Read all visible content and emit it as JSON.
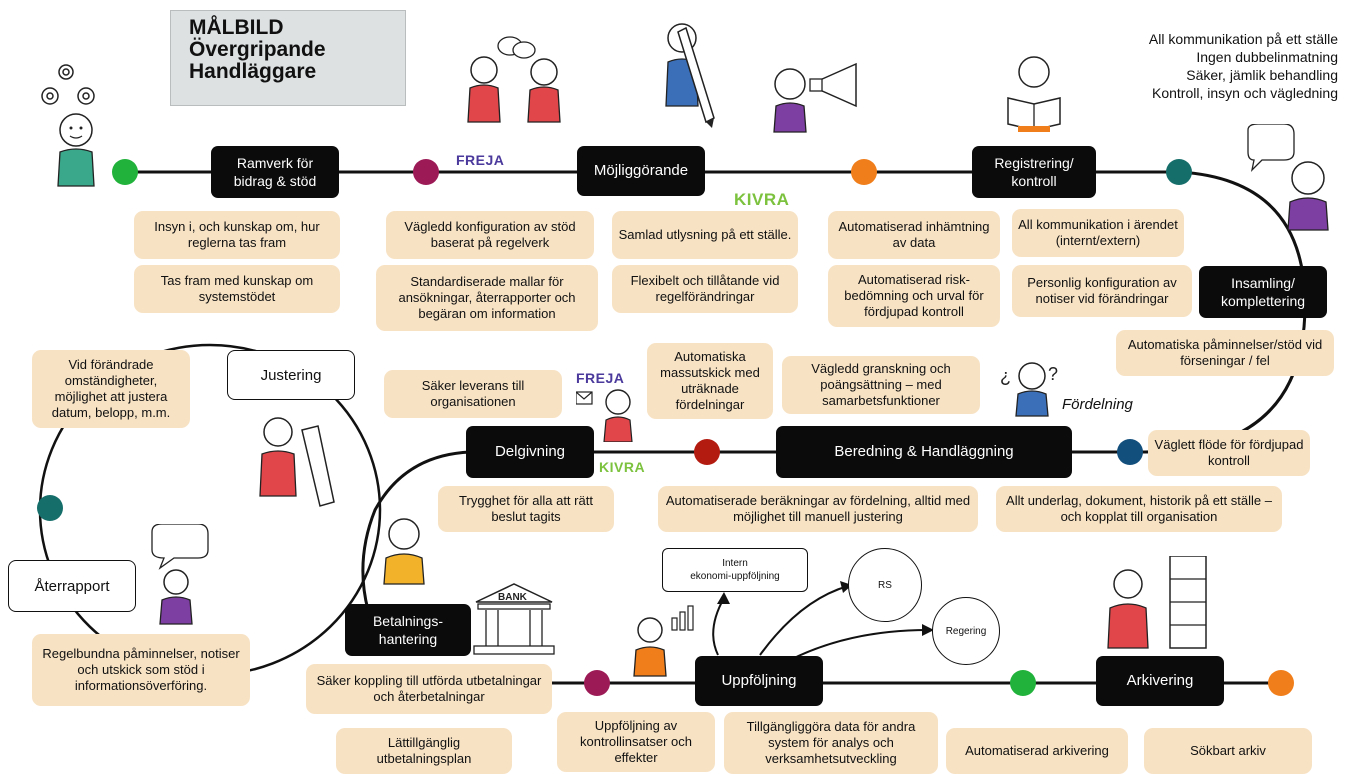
{
  "title": {
    "line1": "MÅLBILD",
    "line2": "Övergripande",
    "line3": "Handläggare"
  },
  "goals": [
    "All kommunikation på ett ställe",
    "Ingen dubbelinmatning",
    "Säker, jämlik behandling",
    "Kontroll, insyn och vägledning"
  ],
  "stages": {
    "ramverk": "Ramverk för bidrag & stöd",
    "mojliggorande": "Möjliggörande",
    "registrering": "Registrering/ kontroll",
    "insamling": "Insamling/ komplettering",
    "beredning": "Beredning & Handläggning",
    "delgivning": "Delgivning",
    "justering": "Justering",
    "aterrapport": "Återrapport",
    "betalning": "Betalnings-hantering",
    "uppfoljning": "Uppföljning",
    "arkivering": "Arkivering"
  },
  "brands": {
    "freja": "FREJA",
    "kivra": "KIVRA"
  },
  "notes": {
    "n_insyn": "Insyn i, och kunskap om, hur reglerna tas fram",
    "n_kunskap": "Tas fram med kunskap om systemstödet",
    "n_vagledd_konf": "Vägledd konfiguration av stöd baserat på regelverk",
    "n_standard": "Standardiserade mallar för ansökningar, återrapporter och begäran om information",
    "n_samlad": "Samlad utlysning på ett ställe.",
    "n_flexibelt": "Flexibelt och tillåtande vid regelförändringar",
    "n_auto_inh": "Automatiserad inhämtning av data",
    "n_auto_risk": "Automatiserad risk-bedömning och urval för fördjupad kontroll",
    "n_all_komm": "All kommunikation i ärendet (internt/extern)",
    "n_personlig": "Personlig konfiguration av notiser vid förändringar",
    "n_paminn": "Automatiska påminnelser/stöd vid förseningar / fel",
    "n_vaglett": "Väglett flöde för fördjupad kontroll",
    "n_allt_underlag": "Allt underlag, dokument, historik på ett ställe – och kopplat till organisation",
    "n_auto_ber": "Automatiserade beräkningar av fördelning, alltid med möjlighet till manuell justering",
    "n_vagledd_gransk": "Vägledd granskning och poängsättning – med samarbetsfunktioner",
    "n_massutskick": "Automatiska massutskick med uträknade fördelningar",
    "n_saker_lev": "Säker leverans till organisationen",
    "n_trygghet": "Trygghet för alla att rätt beslut tagits",
    "n_andrade": "Vid förändrade omständigheter, möjlighet att justera datum, belopp, m.m.",
    "n_regelbundna": "Regelbundna påminnelser, notiser och utskick som stöd i informationsöverföring.",
    "n_saker_koppl": "Säker koppling till utförda utbetalningar och återbetalningar",
    "n_lattillg": "Lättillgänglig utbetalningsplan",
    "n_uppf_kontroll": "Uppföljning av kontrollinsatser och effekter",
    "n_tillg_data": "Tillgängliggöra data för andra system för analys och verksamhetsutveckling",
    "n_auto_ark": "Automatiserad arkivering",
    "n_sokbart": "Sökbart arkiv"
  },
  "labels": {
    "fordelning": "Fördelning",
    "bank": "BANK",
    "intern_line1": "Intern",
    "intern_line2": "ekonomi-uppföljning",
    "rs": "RS",
    "regering": "Regering"
  },
  "colors": {
    "green": "#20b23a",
    "purple": "#9c1a55",
    "orange": "#f07e1a",
    "teal": "#166e6a",
    "red": "#b31b10",
    "blue": "#134f7c",
    "note_bg": "#f7e2c4",
    "stage_bg": "#0b0b0b",
    "freja": "#4b3a9c",
    "kivra": "#7cc23e"
  }
}
